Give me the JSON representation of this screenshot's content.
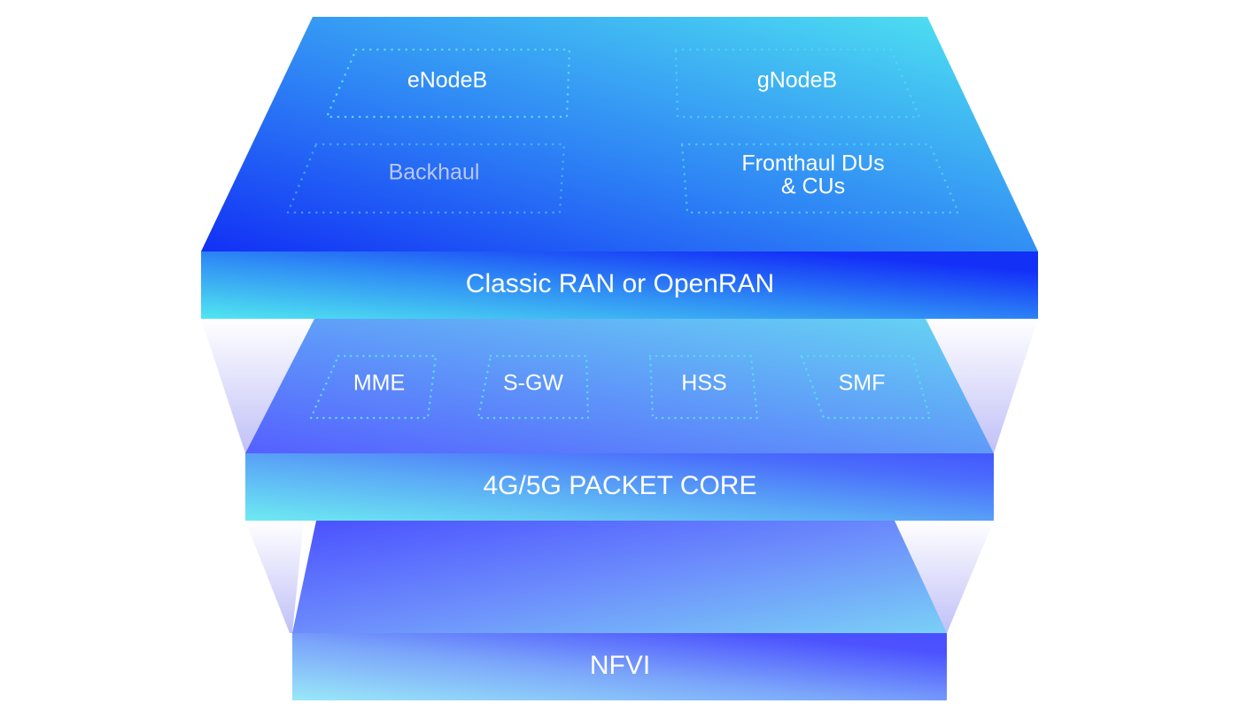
{
  "diagram": {
    "layers": [
      {
        "id": "ran",
        "label": "Classic RAN or OpenRAN",
        "components": [
          {
            "label": "eNodeB",
            "muted": false
          },
          {
            "label": "gNodeB",
            "muted": false
          },
          {
            "label": "Backhaul",
            "muted": true
          },
          {
            "label": "Fronthaul DUs",
            "label2": "& CUs",
            "muted": false
          }
        ]
      },
      {
        "id": "core",
        "label": "4G/5G PACKET CORE",
        "components": [
          {
            "label": "MME"
          },
          {
            "label": "S-GW"
          },
          {
            "label": "HSS"
          },
          {
            "label": "SMF"
          }
        ]
      },
      {
        "id": "nfvi",
        "label": "NFVI",
        "components": []
      }
    ],
    "colors": {
      "deep_blue": "#1230f5",
      "cyan": "#50e6f0",
      "indigo": "#4a50ff",
      "light_cyan": "#9ae8f8",
      "dotted_outline": "#58d8f0",
      "connector_top": "#ffffff",
      "connector_bottom": "#c4c4f8"
    }
  }
}
